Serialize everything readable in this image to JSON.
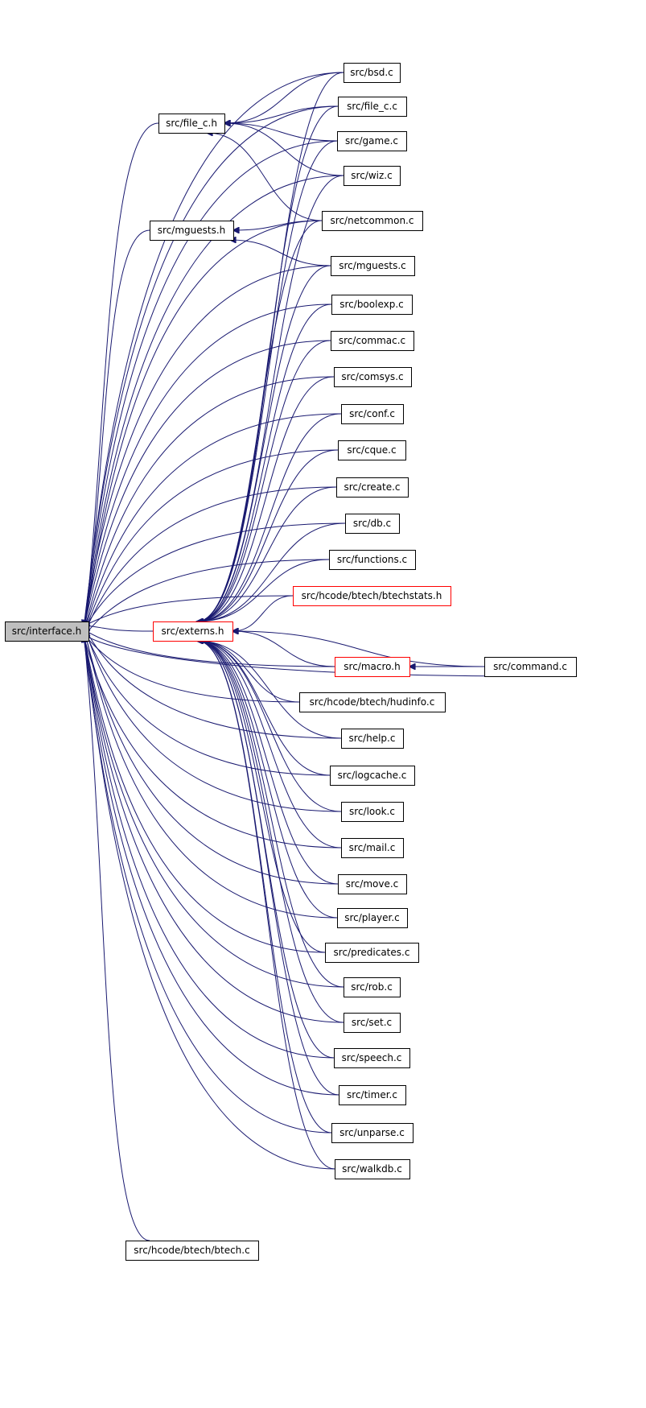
{
  "graph": {
    "colors": {
      "edge": "#191970",
      "root_fill": "#bfbfbf",
      "highlight_border": "#ff0000",
      "node_border": "#000000"
    },
    "nodes": [
      {
        "id": "interface_h",
        "label": "src/interface.h",
        "root": true
      },
      {
        "id": "externs_h",
        "label": "src/externs.h",
        "red": true
      },
      {
        "id": "file_c_h",
        "label": "src/file_c.h"
      },
      {
        "id": "mguests_h",
        "label": "src/mguests.h"
      },
      {
        "id": "bsd_c",
        "label": "src/bsd.c"
      },
      {
        "id": "file_c_c",
        "label": "src/file_c.c"
      },
      {
        "id": "game_c",
        "label": "src/game.c"
      },
      {
        "id": "wiz_c",
        "label": "src/wiz.c"
      },
      {
        "id": "netcommon_c",
        "label": "src/netcommon.c"
      },
      {
        "id": "mguests_c",
        "label": "src/mguests.c"
      },
      {
        "id": "boolexp_c",
        "label": "src/boolexp.c"
      },
      {
        "id": "commac_c",
        "label": "src/commac.c"
      },
      {
        "id": "comsys_c",
        "label": "src/comsys.c"
      },
      {
        "id": "conf_c",
        "label": "src/conf.c"
      },
      {
        "id": "cque_c",
        "label": "src/cque.c"
      },
      {
        "id": "create_c",
        "label": "src/create.c"
      },
      {
        "id": "db_c",
        "label": "src/db.c"
      },
      {
        "id": "functions_c",
        "label": "src/functions.c"
      },
      {
        "id": "btechstats_h",
        "label": "src/hcode/btech/btechstats.h",
        "red": true
      },
      {
        "id": "macro_h",
        "label": "src/macro.h",
        "red": true
      },
      {
        "id": "command_c",
        "label": "src/command.c"
      },
      {
        "id": "hudinfo_c",
        "label": "src/hcode/btech/hudinfo.c"
      },
      {
        "id": "help_c",
        "label": "src/help.c"
      },
      {
        "id": "logcache_c",
        "label": "src/logcache.c"
      },
      {
        "id": "look_c",
        "label": "src/look.c"
      },
      {
        "id": "mail_c",
        "label": "src/mail.c"
      },
      {
        "id": "move_c",
        "label": "src/move.c"
      },
      {
        "id": "player_c",
        "label": "src/player.c"
      },
      {
        "id": "predicates_c",
        "label": "src/predicates.c"
      },
      {
        "id": "rob_c",
        "label": "src/rob.c"
      },
      {
        "id": "set_c",
        "label": "src/set.c"
      },
      {
        "id": "speech_c",
        "label": "src/speech.c"
      },
      {
        "id": "timer_c",
        "label": "src/timer.c"
      },
      {
        "id": "unparse_c",
        "label": "src/unparse.c"
      },
      {
        "id": "walkdb_c",
        "label": "src/walkdb.c"
      },
      {
        "id": "btech_c",
        "label": "src/hcode/btech/btech.c"
      }
    ],
    "edges": [
      [
        "bsd_c",
        "interface_h"
      ],
      [
        "file_c_c",
        "interface_h"
      ],
      [
        "game_c",
        "interface_h"
      ],
      [
        "wiz_c",
        "interface_h"
      ],
      [
        "netcommon_c",
        "interface_h"
      ],
      [
        "file_c_h",
        "interface_h"
      ],
      [
        "mguests_h",
        "interface_h"
      ],
      [
        "mguests_c",
        "interface_h"
      ],
      [
        "boolexp_c",
        "interface_h"
      ],
      [
        "commac_c",
        "interface_h"
      ],
      [
        "comsys_c",
        "interface_h"
      ],
      [
        "conf_c",
        "interface_h"
      ],
      [
        "cque_c",
        "interface_h"
      ],
      [
        "create_c",
        "interface_h"
      ],
      [
        "db_c",
        "interface_h"
      ],
      [
        "functions_c",
        "interface_h"
      ],
      [
        "btechstats_h",
        "interface_h"
      ],
      [
        "externs_h",
        "interface_h"
      ],
      [
        "macro_h",
        "interface_h"
      ],
      [
        "hudinfo_c",
        "interface_h"
      ],
      [
        "help_c",
        "interface_h"
      ],
      [
        "logcache_c",
        "interface_h"
      ],
      [
        "look_c",
        "interface_h"
      ],
      [
        "mail_c",
        "interface_h"
      ],
      [
        "move_c",
        "interface_h"
      ],
      [
        "player_c",
        "interface_h"
      ],
      [
        "predicates_c",
        "interface_h"
      ],
      [
        "rob_c",
        "interface_h"
      ],
      [
        "set_c",
        "interface_h"
      ],
      [
        "speech_c",
        "interface_h"
      ],
      [
        "timer_c",
        "interface_h"
      ],
      [
        "unparse_c",
        "interface_h"
      ],
      [
        "walkdb_c",
        "interface_h"
      ],
      [
        "command_c",
        "interface_h"
      ],
      [
        "btech_c",
        "interface_h"
      ],
      [
        "bsd_c",
        "file_c_h"
      ],
      [
        "file_c_c",
        "file_c_h"
      ],
      [
        "game_c",
        "file_c_h"
      ],
      [
        "wiz_c",
        "file_c_h"
      ],
      [
        "netcommon_c",
        "file_c_h"
      ],
      [
        "netcommon_c",
        "mguests_h"
      ],
      [
        "mguests_c",
        "mguests_h"
      ],
      [
        "bsd_c",
        "externs_h"
      ],
      [
        "file_c_c",
        "externs_h"
      ],
      [
        "game_c",
        "externs_h"
      ],
      [
        "wiz_c",
        "externs_h"
      ],
      [
        "netcommon_c",
        "externs_h"
      ],
      [
        "mguests_c",
        "externs_h"
      ],
      [
        "boolexp_c",
        "externs_h"
      ],
      [
        "commac_c",
        "externs_h"
      ],
      [
        "comsys_c",
        "externs_h"
      ],
      [
        "conf_c",
        "externs_h"
      ],
      [
        "cque_c",
        "externs_h"
      ],
      [
        "create_c",
        "externs_h"
      ],
      [
        "db_c",
        "externs_h"
      ],
      [
        "functions_c",
        "externs_h"
      ],
      [
        "btechstats_h",
        "externs_h"
      ],
      [
        "macro_h",
        "externs_h"
      ],
      [
        "command_c",
        "externs_h"
      ],
      [
        "hudinfo_c",
        "externs_h"
      ],
      [
        "help_c",
        "externs_h"
      ],
      [
        "logcache_c",
        "externs_h"
      ],
      [
        "look_c",
        "externs_h"
      ],
      [
        "mail_c",
        "externs_h"
      ],
      [
        "move_c",
        "externs_h"
      ],
      [
        "player_c",
        "externs_h"
      ],
      [
        "predicates_c",
        "externs_h"
      ],
      [
        "rob_c",
        "externs_h"
      ],
      [
        "set_c",
        "externs_h"
      ],
      [
        "speech_c",
        "externs_h"
      ],
      [
        "timer_c",
        "externs_h"
      ],
      [
        "unparse_c",
        "externs_h"
      ],
      [
        "walkdb_c",
        "externs_h"
      ],
      [
        "command_c",
        "macro_h"
      ]
    ]
  }
}
